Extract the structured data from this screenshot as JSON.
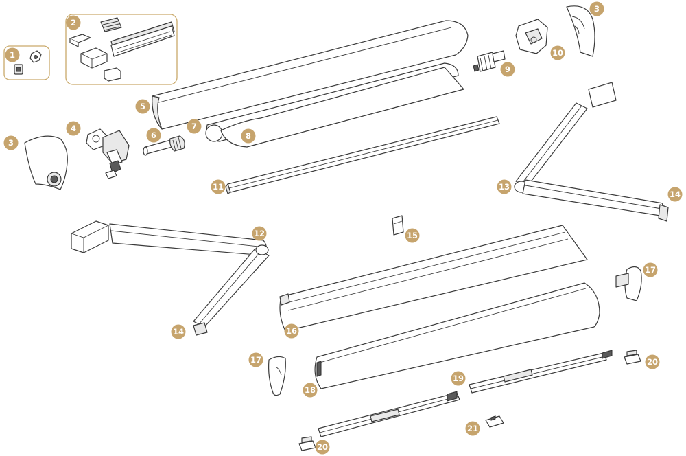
{
  "colors": {
    "badge": "#c6a46d",
    "badge_text": "#ffffff",
    "group_box": "#c9a96a",
    "line": "#3a3a3a"
  },
  "callouts": [
    {
      "key": "c1",
      "label": "1"
    },
    {
      "key": "c2",
      "label": "2"
    },
    {
      "key": "c3a",
      "label": "3"
    },
    {
      "key": "c3b",
      "label": "3"
    },
    {
      "key": "c4",
      "label": "4"
    },
    {
      "key": "c5",
      "label": "5"
    },
    {
      "key": "c6",
      "label": "6"
    },
    {
      "key": "c7",
      "label": "7"
    },
    {
      "key": "c8",
      "label": "8"
    },
    {
      "key": "c9",
      "label": "9"
    },
    {
      "key": "c10",
      "label": "10"
    },
    {
      "key": "c11",
      "label": "11"
    },
    {
      "key": "c12",
      "label": "12"
    },
    {
      "key": "c13",
      "label": "13"
    },
    {
      "key": "c14a",
      "label": "14"
    },
    {
      "key": "c14b",
      "label": "14"
    },
    {
      "key": "c15",
      "label": "15"
    },
    {
      "key": "c16",
      "label": "16"
    },
    {
      "key": "c17a",
      "label": "17"
    },
    {
      "key": "c17b",
      "label": "17"
    },
    {
      "key": "c18",
      "label": "18"
    },
    {
      "key": "c19",
      "label": "19"
    },
    {
      "key": "c20a",
      "label": "20"
    },
    {
      "key": "c20b",
      "label": "20"
    },
    {
      "key": "c21",
      "label": "21"
    }
  ]
}
